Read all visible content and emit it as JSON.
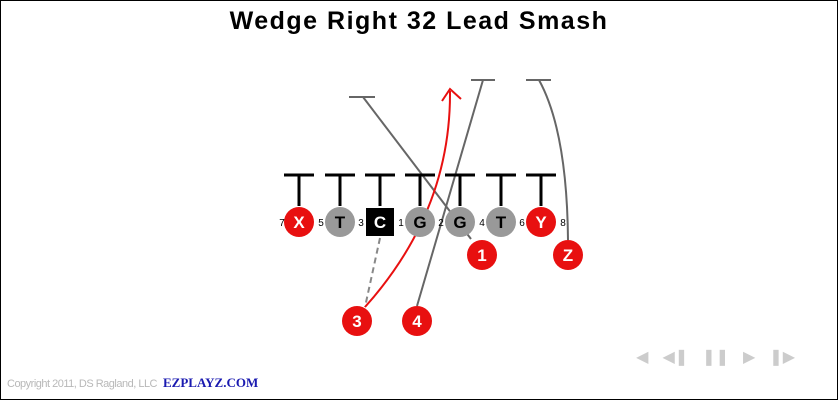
{
  "title": "Wedge Right 32 Lead Smash",
  "players": [
    {
      "label": "X",
      "color": "#e81010",
      "shape": "circle"
    },
    {
      "label": "T",
      "color": "#999999",
      "shape": "circle"
    },
    {
      "label": "C",
      "color": "#000000",
      "shape": "square"
    },
    {
      "label": "G",
      "color": "#999999",
      "shape": "circle"
    },
    {
      "label": "G",
      "color": "#999999",
      "shape": "circle"
    },
    {
      "label": "T",
      "color": "#999999",
      "shape": "circle"
    },
    {
      "label": "Y",
      "color": "#e81010",
      "shape": "circle"
    }
  ],
  "backs": [
    {
      "label": "1",
      "color": "#e81010"
    },
    {
      "label": "Z",
      "color": "#e81010"
    },
    {
      "label": "3",
      "color": "#e81010"
    },
    {
      "label": "4",
      "color": "#e81010"
    }
  ],
  "holes": [
    "7",
    "5",
    "3",
    "1",
    "2",
    "4",
    "6",
    "8"
  ],
  "footer": {
    "copyright": "Copyright 2011, DS Ragland, LLC",
    "brand": "EZPLAYZ.COM"
  },
  "controls": [
    "rewind-icon",
    "step-back-icon",
    "pause-icon",
    "play-icon",
    "step-forward-icon"
  ]
}
